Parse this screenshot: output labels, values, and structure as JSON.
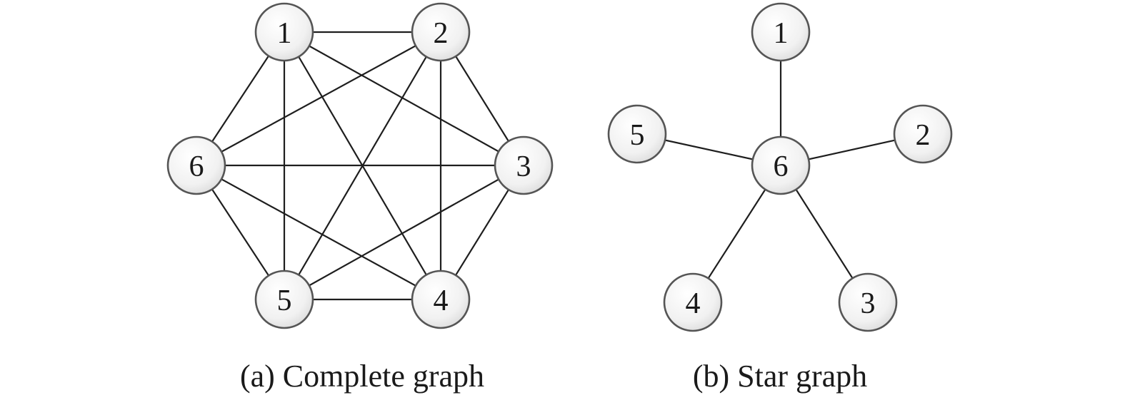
{
  "complete_graph": {
    "caption": "(a) Complete graph",
    "nodes": [
      {
        "id": "1",
        "label": "1"
      },
      {
        "id": "2",
        "label": "2"
      },
      {
        "id": "3",
        "label": "3"
      },
      {
        "id": "4",
        "label": "4"
      },
      {
        "id": "5",
        "label": "5"
      },
      {
        "id": "6",
        "label": "6"
      }
    ],
    "edges": [
      [
        "1",
        "2"
      ],
      [
        "1",
        "3"
      ],
      [
        "1",
        "4"
      ],
      [
        "1",
        "5"
      ],
      [
        "1",
        "6"
      ],
      [
        "2",
        "3"
      ],
      [
        "2",
        "4"
      ],
      [
        "2",
        "5"
      ],
      [
        "2",
        "6"
      ],
      [
        "3",
        "4"
      ],
      [
        "3",
        "5"
      ],
      [
        "3",
        "6"
      ],
      [
        "4",
        "5"
      ],
      [
        "4",
        "6"
      ],
      [
        "5",
        "6"
      ]
    ]
  },
  "star_graph": {
    "caption": "(b) Star graph",
    "nodes": [
      {
        "id": "1",
        "label": "1"
      },
      {
        "id": "2",
        "label": "2"
      },
      {
        "id": "3",
        "label": "3"
      },
      {
        "id": "4",
        "label": "4"
      },
      {
        "id": "5",
        "label": "5"
      },
      {
        "id": "6",
        "label": "6"
      }
    ],
    "edges": [
      [
        "6",
        "1"
      ],
      [
        "6",
        "2"
      ],
      [
        "6",
        "3"
      ],
      [
        "6",
        "4"
      ],
      [
        "6",
        "5"
      ]
    ]
  }
}
